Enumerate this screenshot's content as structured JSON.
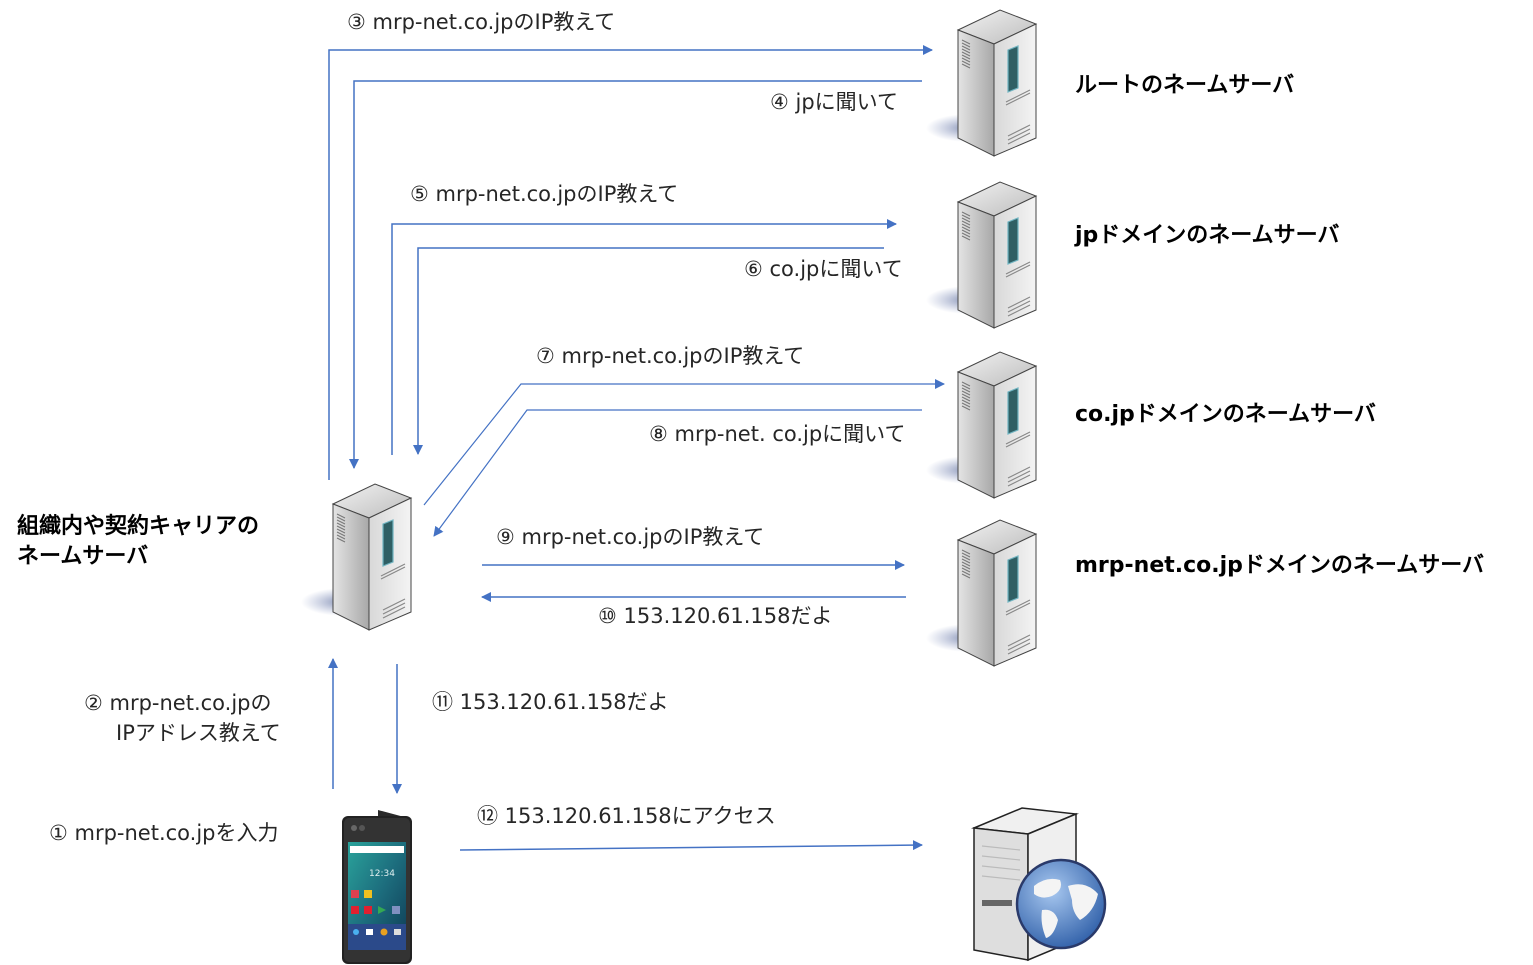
{
  "diagram": {
    "title": "DNS name resolution flow",
    "line_color": "#4472C4",
    "nodes": {
      "local_dns": {
        "label_line1": "組織内や契約キャリアの",
        "label_line2": "ネームサーバ",
        "icon": "server-tower-icon"
      },
      "root": {
        "label": "ルートのネームサーバ",
        "icon": "server-tower-icon"
      },
      "jp": {
        "label": "jpドメインのネームサーバ",
        "icon": "server-tower-icon"
      },
      "cojp": {
        "label": "co.jpドメインのネームサーバ",
        "icon": "server-tower-icon"
      },
      "mrp": {
        "label": "mrp-net.co.jpドメインのネームサーバ",
        "icon": "server-tower-icon"
      },
      "phone": {
        "icon": "smartphone-icon"
      },
      "web": {
        "icon": "web-server-globe-icon"
      }
    },
    "steps": [
      {
        "num": "①",
        "text": "① mrp-net.co.jpを入力"
      },
      {
        "num": "②",
        "line1": "② mrp-net.co.jpの",
        "line2": "IPアドレス教えて"
      },
      {
        "num": "③",
        "text": "③ mrp-net.co.jpのIP教えて"
      },
      {
        "num": "④",
        "text": "④ jpに聞いて"
      },
      {
        "num": "⑤",
        "text": "⑤ mrp-net.co.jpのIP教えて"
      },
      {
        "num": "⑥",
        "text": "⑥ co.jpに聞いて"
      },
      {
        "num": "⑦",
        "text": "⑦ mrp-net.co.jpのIP教えて"
      },
      {
        "num": "⑧",
        "text": "⑧ mrp-net. co.jpに聞いて"
      },
      {
        "num": "⑨",
        "text": "⑨ mrp-net.co.jpのIP教えて"
      },
      {
        "num": "⑩",
        "text": "⑩ 153.120.61.158だよ"
      },
      {
        "num": "⑪",
        "text": "⑪ 153.120.61.158だよ"
      },
      {
        "num": "⑫",
        "text": "⑫ 153.120.61.158にアクセス"
      }
    ]
  }
}
